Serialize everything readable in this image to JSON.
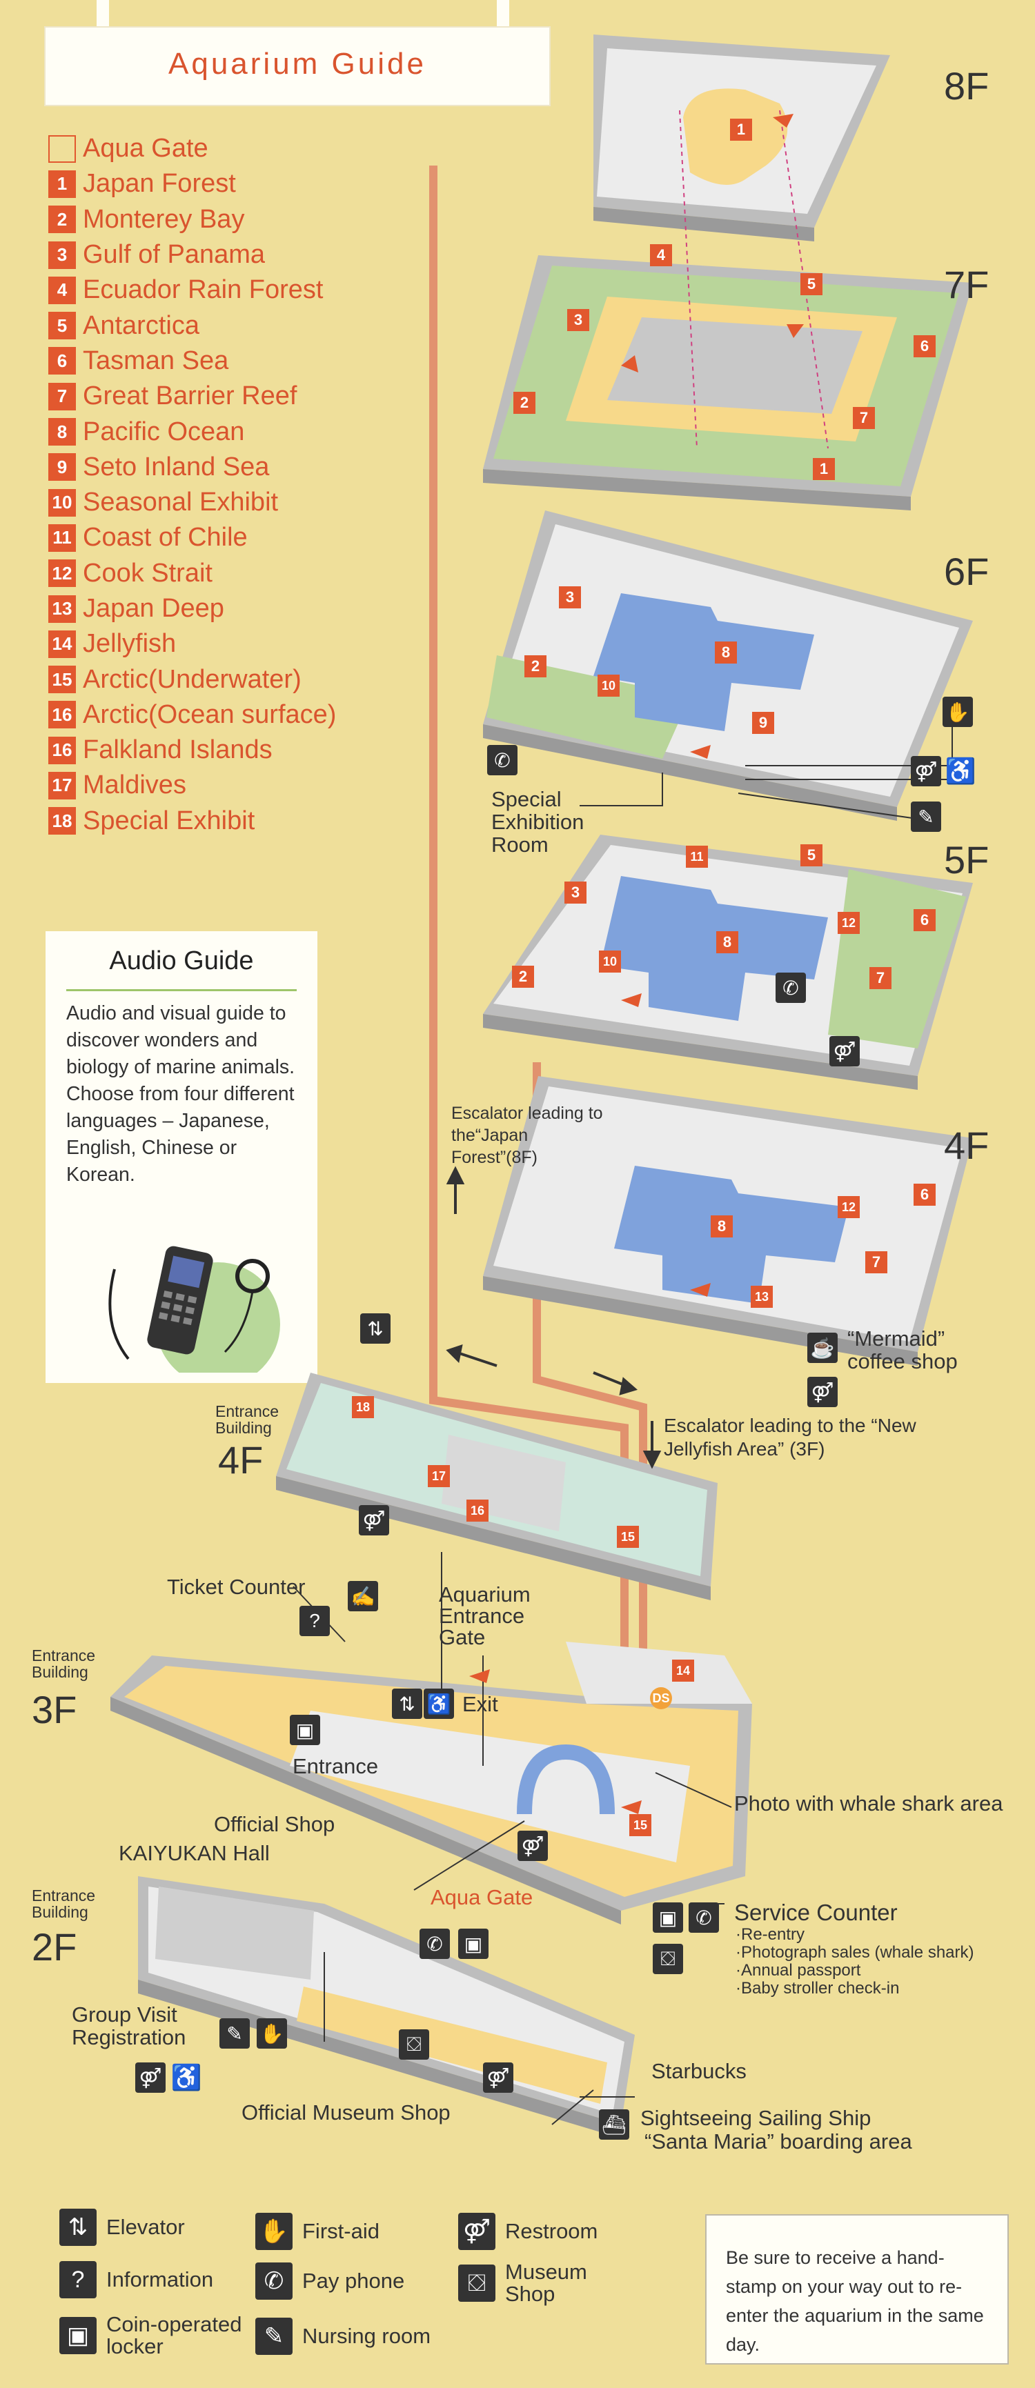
{
  "title": "Aquarium Guide",
  "legend": [
    {
      "num": "",
      "label": "Aqua Gate",
      "hollow": true
    },
    {
      "num": "1",
      "label": "Japan Forest"
    },
    {
      "num": "2",
      "label": "Monterey Bay"
    },
    {
      "num": "3",
      "label": "Gulf of Panama"
    },
    {
      "num": "4",
      "label": "Ecuador Rain Forest"
    },
    {
      "num": "5",
      "label": "Antarctica"
    },
    {
      "num": "6",
      "label": "Tasman Sea"
    },
    {
      "num": "7",
      "label": "Great Barrier Reef"
    },
    {
      "num": "8",
      "label": "Pacific Ocean"
    },
    {
      "num": "9",
      "label": "Seto Inland Sea"
    },
    {
      "num": "10",
      "label": "Seasonal Exhibit"
    },
    {
      "num": "11",
      "label": "Coast of Chile"
    },
    {
      "num": "12",
      "label": "Cook Strait"
    },
    {
      "num": "13",
      "label": "Japan Deep"
    },
    {
      "num": "14",
      "label": "Jellyfish"
    },
    {
      "num": "15",
      "label": "Arctic(Underwater)"
    },
    {
      "num": "16",
      "label": "Arctic(Ocean surface)"
    },
    {
      "num": "16",
      "label": "Falkland Islands"
    },
    {
      "num": "17",
      "label": "Maldives"
    },
    {
      "num": "18",
      "label": "Special Exhibit"
    }
  ],
  "audio_guide": {
    "title": "Audio Guide",
    "body": "Audio and visual guide to discover wonders and biology of marine animals. Choose from four different languages – Japanese, English, Chinese or Korean."
  },
  "floors": {
    "f8": "8F",
    "f7": "7F",
    "f6": "6F",
    "f5": "5F",
    "f4": "4F",
    "eb4": "4F",
    "eb3": "3F",
    "eb2": "2F",
    "entrance_building": "Entrance Building"
  },
  "labels": {
    "special_exhibition": "Special Exhibition Room",
    "escalator_japan_forest": "Escalator leading to the“Japan Forest”(8F)",
    "escalator_jellyfish": "Escalator leading to the “New Jellyfish Area” (3F)",
    "mermaid": "“Mermaid” coffee shop",
    "ticket_counter": "Ticket Counter",
    "aquarium_entrance_gate": "Aquarium Entrance Gate",
    "exit": "Exit",
    "entrance": "Entrance",
    "official_shop": "Official Shop",
    "kaiyukan_hall": "KAIYUKAN Hall",
    "aqua_gate": "Aqua Gate",
    "photo_whale_shark": "Photo with whale shark area",
    "service_counter": "Service Counter",
    "service_items": [
      "·Re-entry",
      "·Photograph sales (whale shark)",
      "·Annual passport",
      "·Baby stroller check-in"
    ],
    "group_visit": "Group Visit Registration",
    "starbucks": "Starbucks",
    "official_museum_shop": "Official Museum Shop",
    "santa_maria_1": "Sightseeing Sailing Ship",
    "santa_maria_2": "“Santa Maria” boarding area"
  },
  "map_numbers": {
    "f8": [
      "1"
    ],
    "f7": [
      "4",
      "5",
      "3",
      "6",
      "2",
      "7",
      "1"
    ],
    "f6": [
      "3",
      "2",
      "10",
      "8",
      "9"
    ],
    "f5": [
      "11",
      "5",
      "3",
      "6",
      "12",
      "8",
      "10",
      "2",
      "7"
    ],
    "f4": [
      "12",
      "6",
      "8",
      "7",
      "13"
    ],
    "eb4": [
      "18",
      "17",
      "16",
      "15"
    ],
    "eb3": [
      "14",
      "DS",
      "15"
    ]
  },
  "icon_legend": [
    {
      "icon": "elevator-icon",
      "label": "Elevator"
    },
    {
      "icon": "first-aid-icon",
      "label": "First-aid"
    },
    {
      "icon": "restroom-icon",
      "label": "Restroom"
    },
    {
      "icon": "information-icon",
      "label": "Information"
    },
    {
      "icon": "pay-phone-icon",
      "label": "Pay phone"
    },
    {
      "icon": "museum-shop-icon",
      "label": "Museum Shop"
    },
    {
      "icon": "coin-locker-icon",
      "label": "Coin-operated locker"
    },
    {
      "icon": "nursing-room-icon",
      "label": "Nursing room"
    }
  ],
  "note": "Be sure to receive a hand-stamp on your way out to re-enter the aquarium in the same day.",
  "colors": {
    "background": "#efdf9a",
    "accent_red": "#e2582e",
    "exhibit_orange": "#f2a23a",
    "tank_blue": "#7fa2dc",
    "floor_grey": "#d9d9d9",
    "path_yellow": "#f7d98a",
    "green": "#b9d59a",
    "pink": "#f0a0a8"
  }
}
